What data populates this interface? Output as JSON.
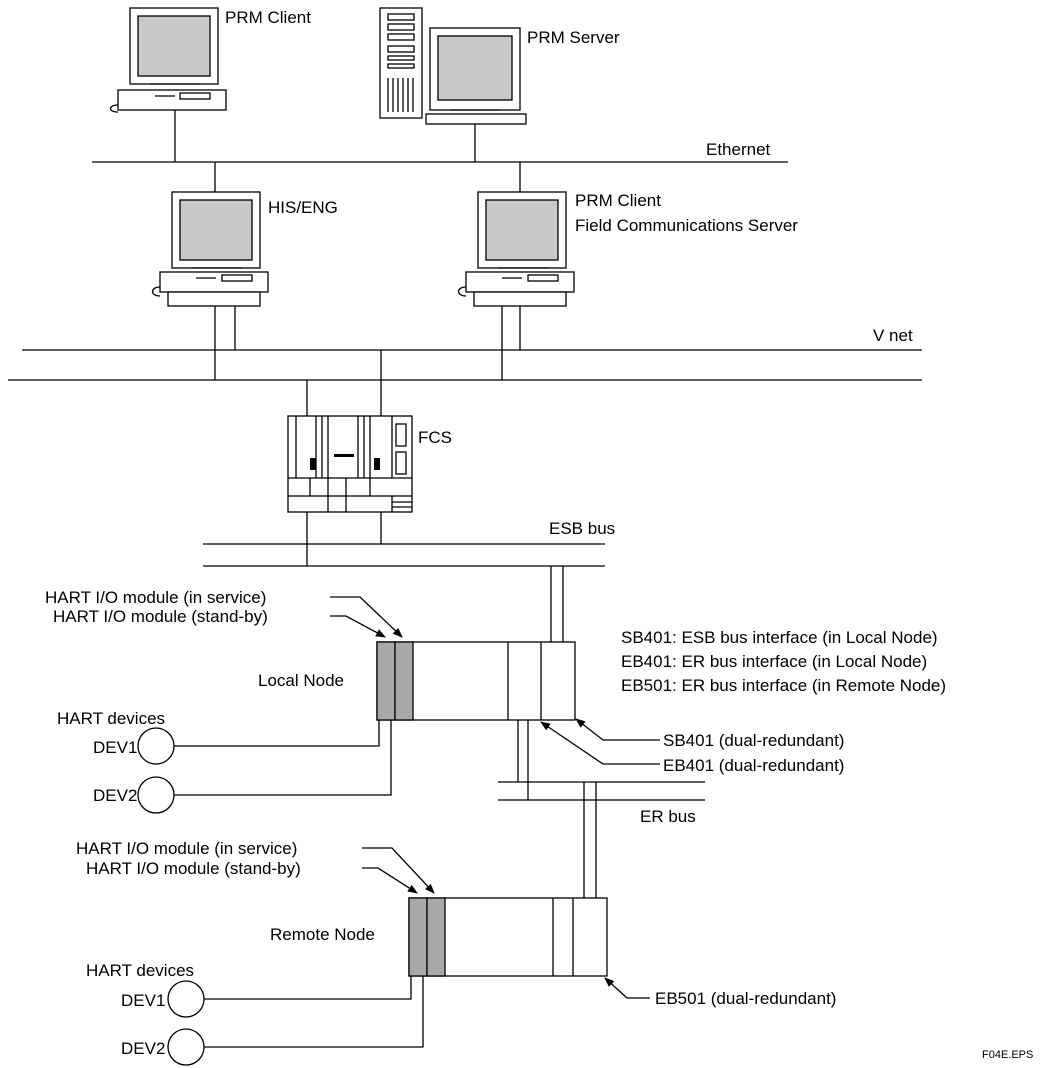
{
  "labels": {
    "prm_client_top": "PRM Client",
    "prm_server": "PRM Server",
    "ethernet": "Ethernet",
    "his_eng": "HIS/ENG",
    "prm_client_fcs_line1": "PRM Client",
    "prm_client_fcs_line2": "Field Communications Server",
    "vnet": "V net",
    "fcs": "FCS",
    "esb_bus": "ESB bus",
    "er_bus": "ER bus",
    "local_node": "Local Node",
    "remote_node": "Remote Node",
    "hart_io_in_service": "HART I/O module (in service)",
    "hart_io_standby": "HART I/O module (stand-by)",
    "hart_devices": "HART devices",
    "dev1": "DEV1",
    "dev2": "DEV2",
    "sb401_dual": "SB401 (dual-redundant)",
    "eb401_dual": "EB401 (dual-redundant)",
    "eb501_dual": "EB501 (dual-redundant)",
    "file_id": "F04E.EPS"
  },
  "legend": [
    "SB401: ESB bus interface (in Local Node)",
    "EB401: ER bus interface (in Local Node)",
    "EB501: ER bus interface (in Remote Node)"
  ],
  "colors": {
    "io_module_fill": "#a8a8a8",
    "screen_fill": "#c9c9c9",
    "line": "#000000"
  }
}
